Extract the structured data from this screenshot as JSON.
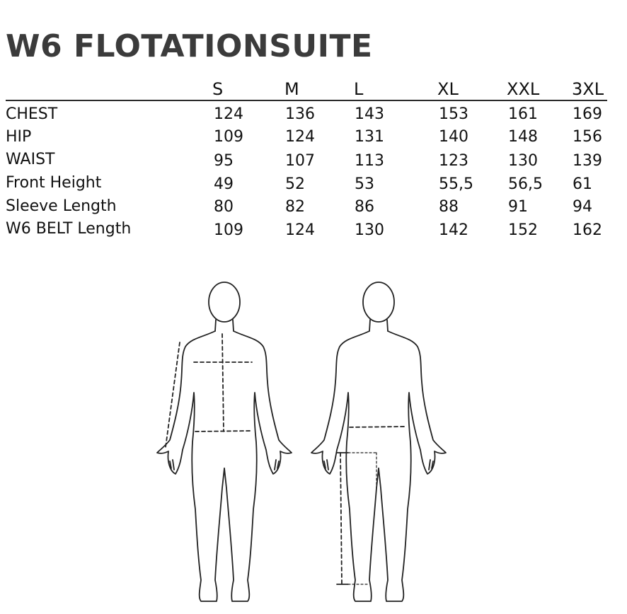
{
  "title": "W6 FLOTATIONSUITE",
  "sizes": [
    "S",
    "M",
    "L",
    "XL",
    "XXL",
    "3XL"
  ],
  "rows": [
    {
      "label": "CHEST",
      "values": [
        "124",
        "136",
        "143",
        "153",
        "161",
        "169"
      ]
    },
    {
      "label": "HIP",
      "values": [
        "109",
        "124",
        "131",
        "140",
        "148",
        "156"
      ]
    },
    {
      "label": "WAIST",
      "values": [
        "95",
        "107",
        "113",
        "123",
        "130",
        "139"
      ]
    },
    {
      "label": "Front Height",
      "values": [
        "49",
        "52",
        "53",
        "55,5",
        "56,5",
        "61"
      ]
    },
    {
      "label": "Sleeve Length",
      "values": [
        "80",
        "82",
        "86",
        "88",
        "91",
        "94"
      ]
    },
    {
      "label": "W6 BELT Length",
      "values": [
        "109",
        "124",
        "130",
        "142",
        "152",
        "162"
      ]
    }
  ],
  "colors": {
    "text": "#111111",
    "title": "#3b3b3b",
    "rule": "#2a2a2a",
    "outline": "#222222"
  },
  "illustration": {
    "figures": [
      "front-body-outline",
      "back-body-outline"
    ]
  }
}
